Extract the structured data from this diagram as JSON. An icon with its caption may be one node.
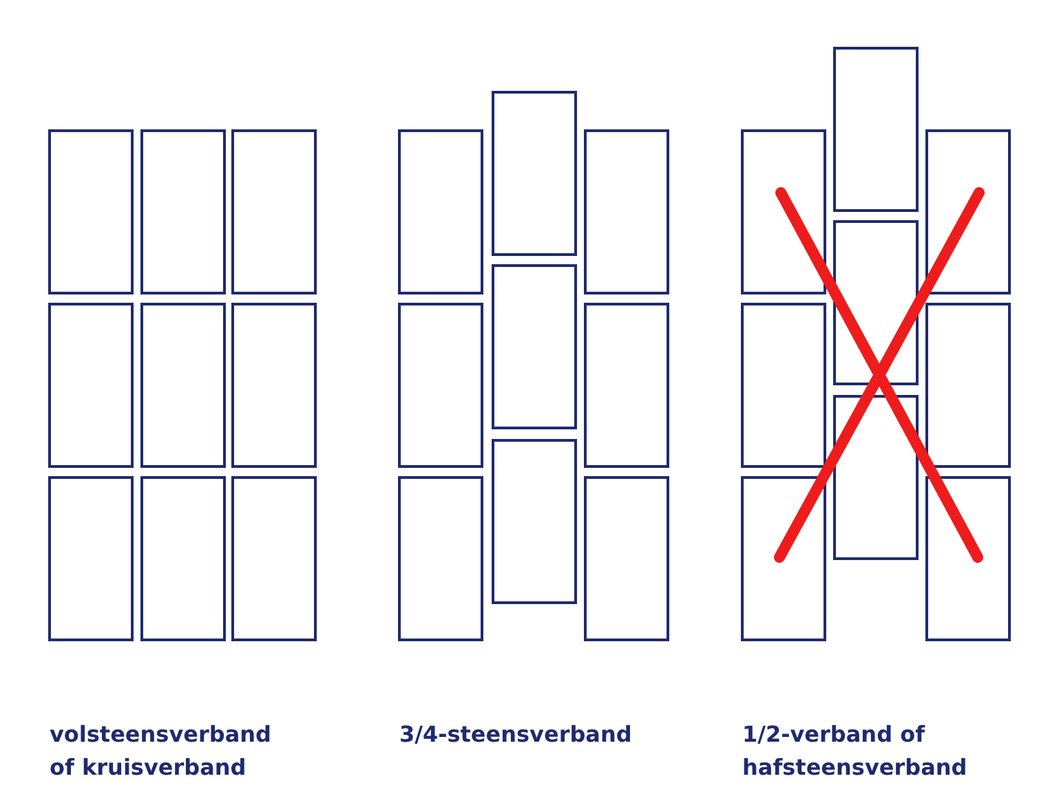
{
  "diagram": {
    "labels": [
      "volsteensverband of kruisverband",
      "3/4-steensverband",
      "1/2-verband of hafsteensverband"
    ]
  }
}
